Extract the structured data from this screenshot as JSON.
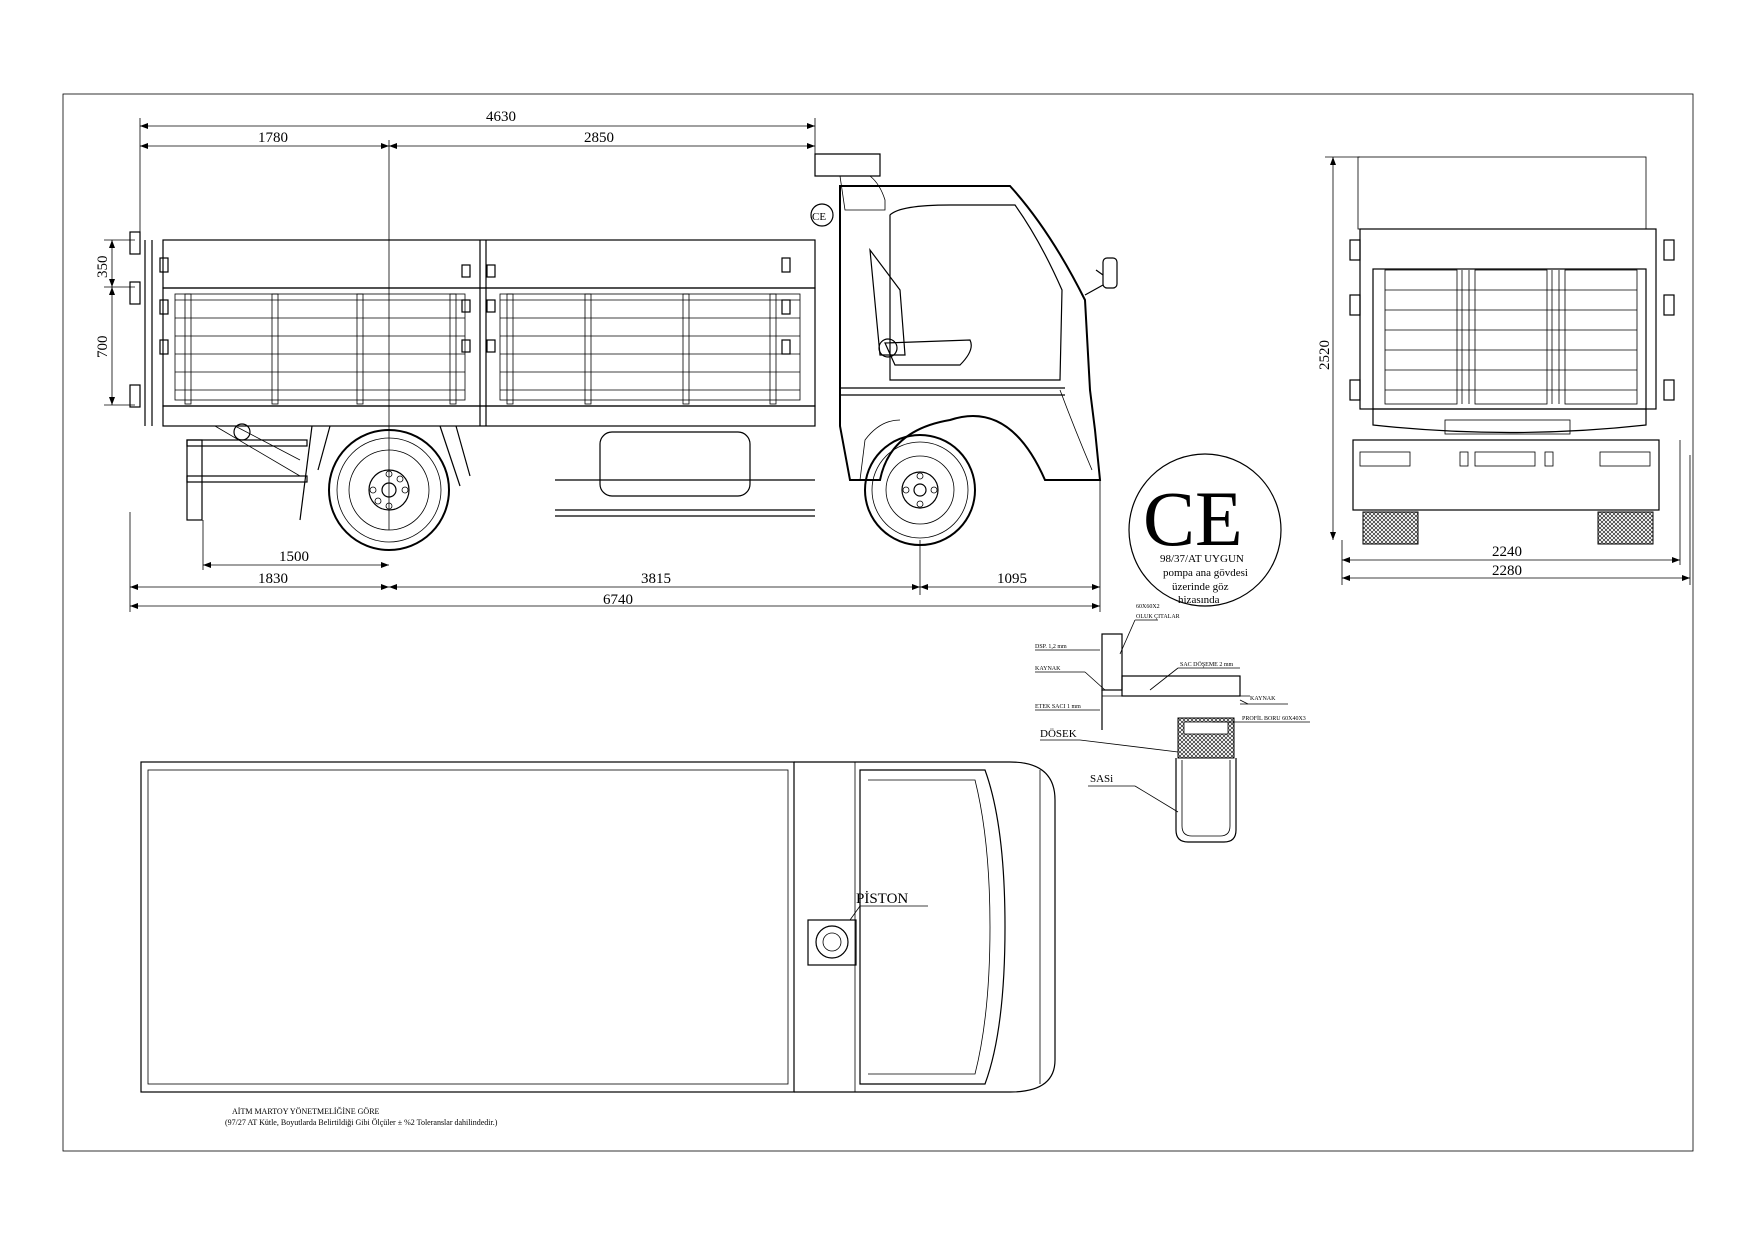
{
  "side_view": {
    "dims_top": [
      "4630",
      "1780",
      "2850"
    ],
    "dims_left": [
      "350",
      "700"
    ],
    "dims_bottom": [
      "1500",
      "1830",
      "3815",
      "1095",
      "6740"
    ],
    "ce_badge": "CE"
  },
  "rear_view": {
    "height": "2520",
    "width_inner": "2240",
    "width_outer": "2280"
  },
  "ce_stamp": {
    "mark": "CE",
    "line1": "98/37/AT UYGUN",
    "line2": "pompa ana gövdesi",
    "line3": "üzerinde göz",
    "line4": "hizasında"
  },
  "section_detail": {
    "labels": [
      "60X60X2",
      "OLUK ÇITALAR",
      "DSP. 1,2 mm",
      "KAYNAK",
      "SAC DÖŞEME 2 mm",
      "ETEK SACI 1 mm",
      "KAYNAK",
      "PROFİL BORU 60X40X3",
      "DÖSEK",
      "SASi"
    ]
  },
  "top_view": {
    "piston_label": "PİSTON"
  },
  "footer_notes": {
    "line1": "AİTM MARTOY YÖNETMELİĞİNE GÖRE",
    "line2": "(97/27 AT Kütle, Boyutlarda Belirtildiği Gibi Ölçüler ± %2 Toleranslar dahilindedir.)"
  }
}
